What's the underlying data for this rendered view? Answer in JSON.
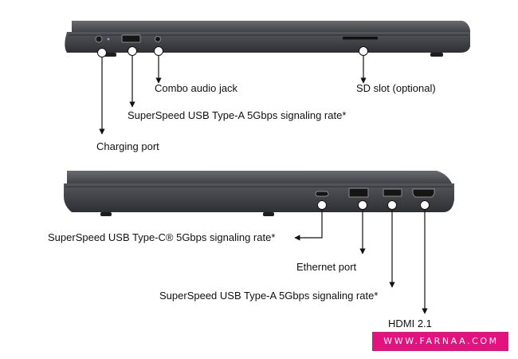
{
  "brand": {
    "watermark_text": "WWW.FARNAA.COM",
    "watermark_color": "#e2137e"
  },
  "colors": {
    "chassis": "#4a4b4f",
    "chassis_edge": "#2a2b2e",
    "leader_line": "#111111"
  },
  "top_view": {
    "labels": {
      "audio": "Combo audio jack",
      "sd": "SD slot (optional)",
      "usba": "SuperSpeed USB Type-A 5Gbps signaling rate*",
      "charging": "Charging port"
    }
  },
  "bottom_view": {
    "labels": {
      "usbc": "SuperSpeed USB Type-C® 5Gbps signaling rate*",
      "ethernet": "Ethernet port",
      "usba": "SuperSpeed USB Type-A 5Gbps signaling rate*",
      "hdmi": "HDMI 2.1"
    }
  }
}
